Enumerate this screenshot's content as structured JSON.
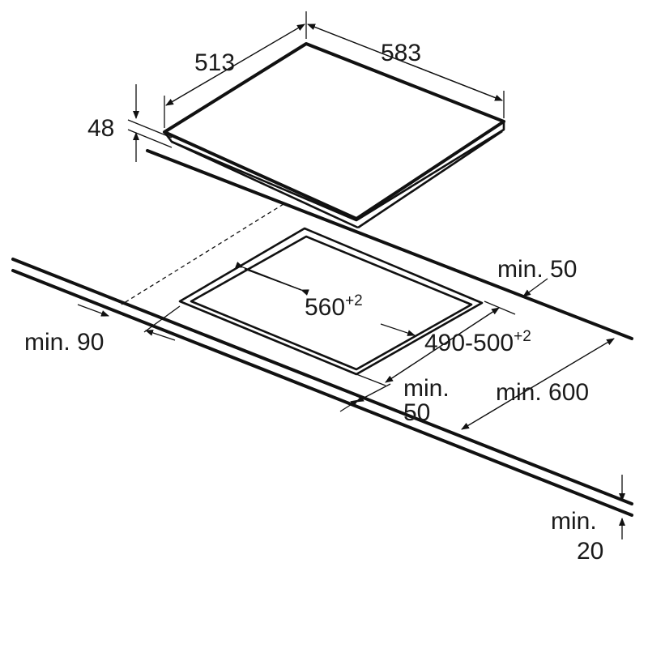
{
  "dimensions": {
    "depth": "513",
    "width": "583",
    "height": "48",
    "min_rear": "min. 50",
    "cutout_width_base": "560",
    "cutout_width_tol": "+2",
    "cutout_depth_base": "490-500",
    "cutout_depth_tol": "+2",
    "min_side_line1": "min.",
    "min_side_line2": "50",
    "min_front": "min. 90",
    "min_counter_depth": "min. 600",
    "min_thickness_line1": "min.",
    "min_thickness_line2": "20"
  },
  "colors": {
    "line": "#111111",
    "background": "#ffffff"
  }
}
